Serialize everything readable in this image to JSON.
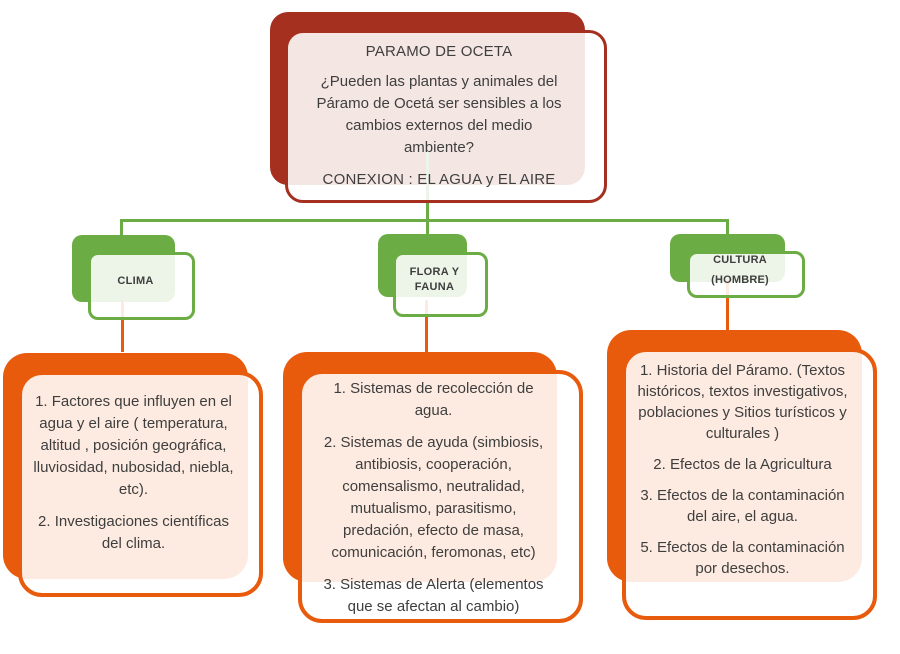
{
  "colors": {
    "dark_red": "#a5301f",
    "green": "#6bac45",
    "orange": "#e85b0d",
    "red_tint_fill": "#f8e7e2",
    "green_tint_fill": "#f2f7ee",
    "orange_tint_fill": "#fae8de",
    "text": "#3e3e3e"
  },
  "root": {
    "title": "PARAMO DE OCETA",
    "question": "¿Pueden las plantas y animales del Páramo de Ocetá ser sensibles a los cambios externos del medio ambiente?",
    "connection": "CONEXION : EL AGUA y EL AIRE"
  },
  "branches": [
    {
      "label": "CLIMA",
      "sublabel": "",
      "items": [
        "1. Factores que influyen en el agua  y el aire ( temperatura, altitud , posición geográfica, lluviosidad, nubosidad, niebla, etc).",
        "2. Investigaciones científicas del clima."
      ]
    },
    {
      "label": "FLORA Y FAUNA",
      "sublabel": "",
      "items": [
        "1. Sistemas de recolección  de agua.",
        "2. Sistemas de ayuda (simbiosis, antibiosis, cooperación, comensalismo, neutralidad, mutualismo, parasitismo, predación,  efecto de masa, comunicación, feromonas,  etc)",
        "3. Sistemas de Alerta (elementos que se afectan al cambio)"
      ]
    },
    {
      "label": "CULTURA",
      "sublabel": "(HOMBRE)",
      "items": [
        "1. Historia del Páramo. (Textos históricos, textos investigativos, poblaciones y Sitios turísticos y culturales )",
        "2. Efectos  de la Agricultura",
        "3. Efectos  de la contaminación  del aire, el agua.",
        "5. Efectos  de la contaminación por desechos."
      ]
    }
  ]
}
